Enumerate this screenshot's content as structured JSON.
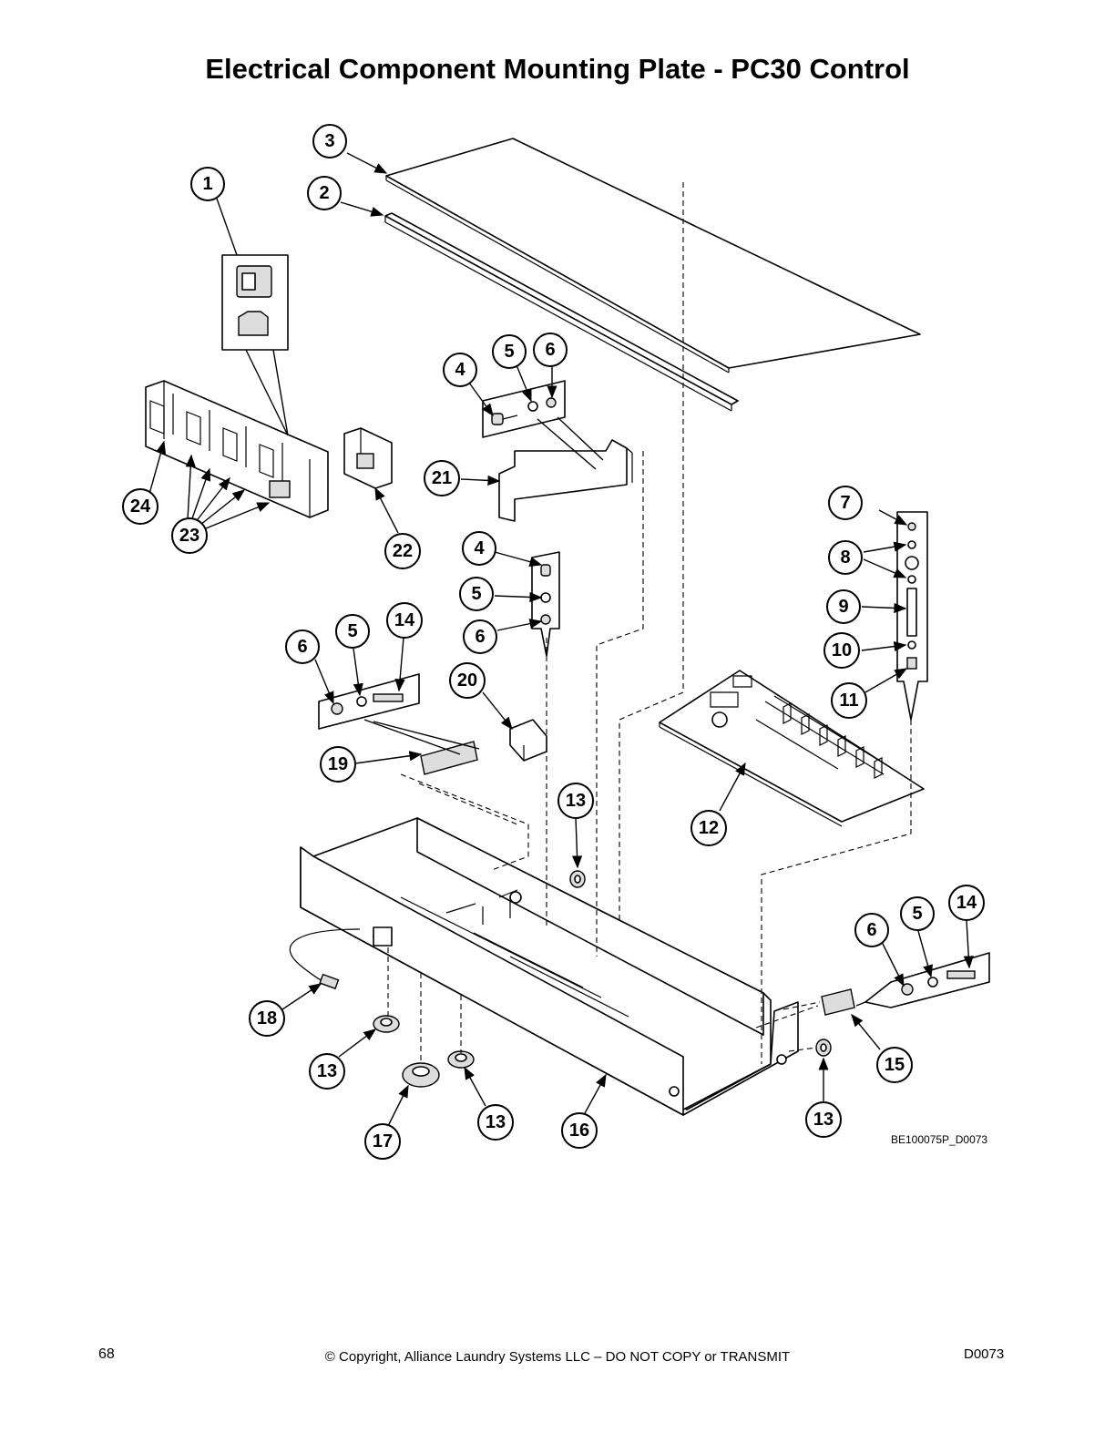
{
  "title": "Electrical Component Mounting Plate - PC30 Control",
  "figure_id": "BE100075P_D0073",
  "footer": {
    "page_number": "68",
    "copyright": "© Copyright, Alliance Laundry Systems LLC – DO NOT COPY or TRANSMIT",
    "doc_code": "D0073"
  },
  "callouts": [
    {
      "label": "1"
    },
    {
      "label": "2"
    },
    {
      "label": "3"
    },
    {
      "label": "4"
    },
    {
      "label": "5"
    },
    {
      "label": "6"
    },
    {
      "label": "21"
    },
    {
      "label": "24"
    },
    {
      "label": "23"
    },
    {
      "label": "22"
    },
    {
      "label": "4"
    },
    {
      "label": "5"
    },
    {
      "label": "6"
    },
    {
      "label": "7"
    },
    {
      "label": "8"
    },
    {
      "label": "9"
    },
    {
      "label": "10"
    },
    {
      "label": "11"
    },
    {
      "label": "6"
    },
    {
      "label": "5"
    },
    {
      "label": "14"
    },
    {
      "label": "20"
    },
    {
      "label": "19"
    },
    {
      "label": "12"
    },
    {
      "label": "13"
    },
    {
      "label": "6"
    },
    {
      "label": "5"
    },
    {
      "label": "14"
    },
    {
      "label": "18"
    },
    {
      "label": "13"
    },
    {
      "label": "15"
    },
    {
      "label": "17"
    },
    {
      "label": "13"
    },
    {
      "label": "16"
    },
    {
      "label": "13"
    }
  ]
}
